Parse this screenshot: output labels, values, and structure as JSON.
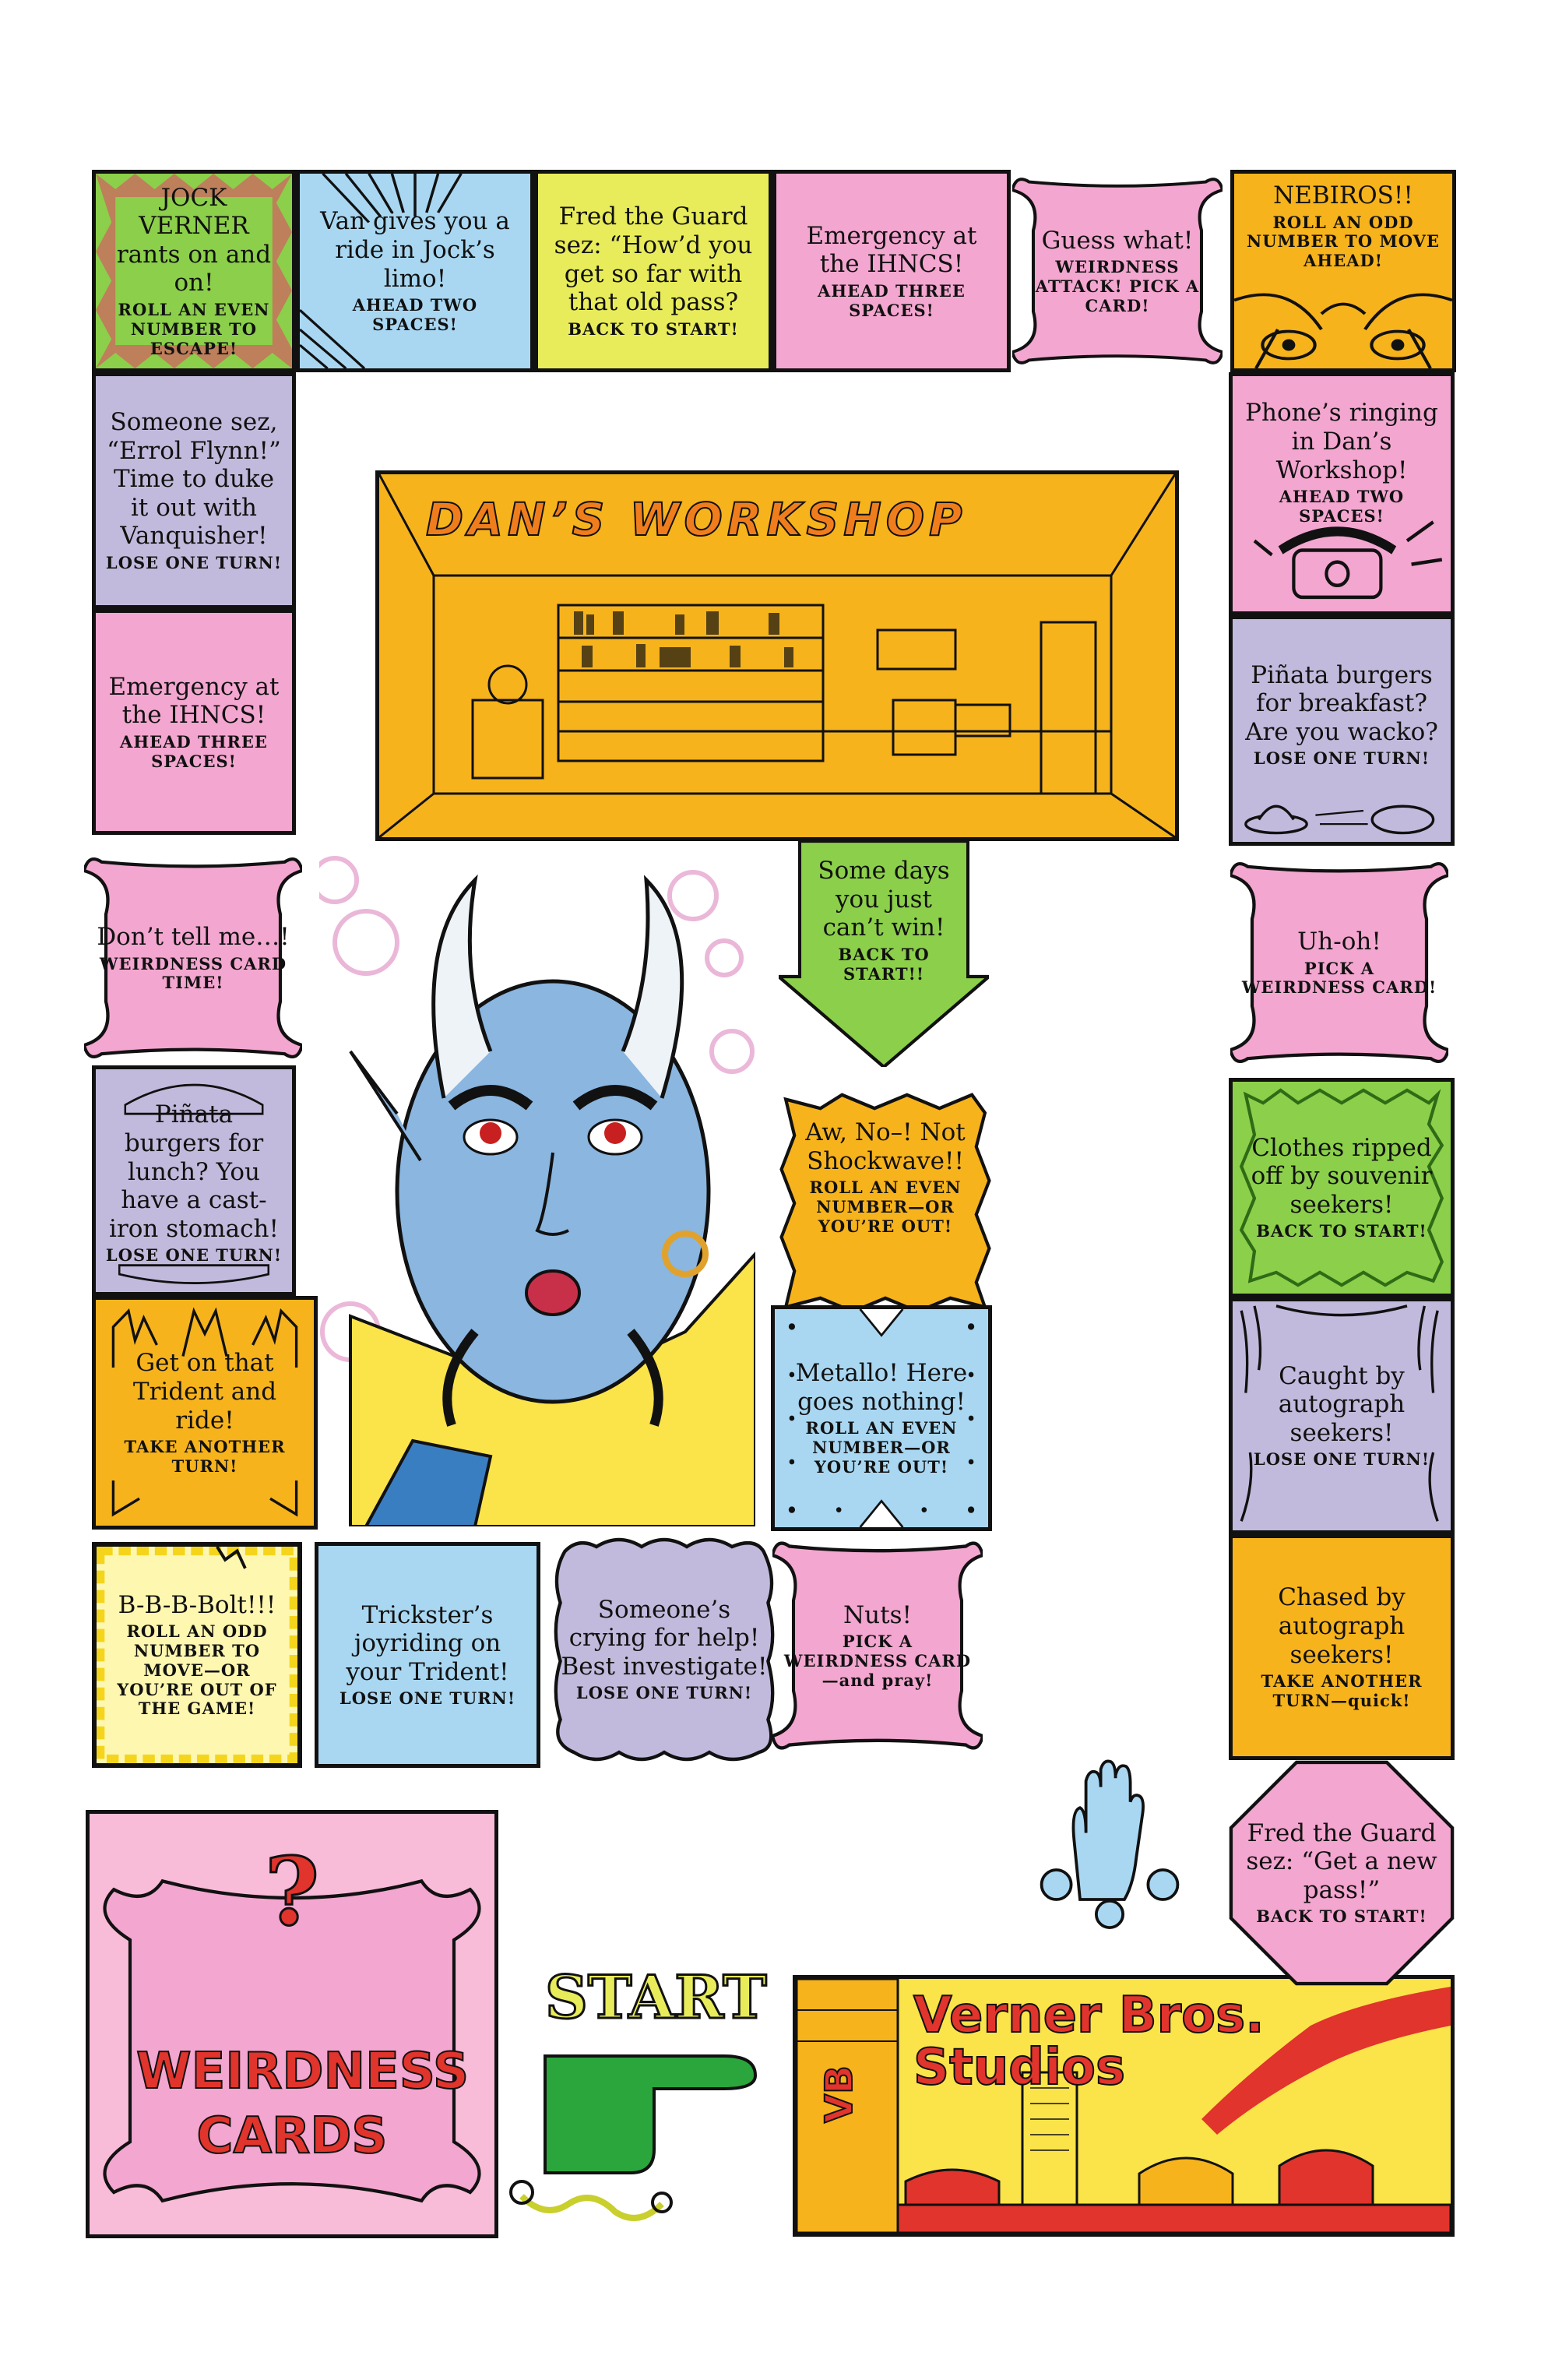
{
  "board": {
    "squares": [
      {
        "main": "JOCK VERNER rants on and on!",
        "sub": "ROLL AN EVEN NUMBER TO ESCAPE!"
      },
      {
        "main": "Van gives you a ride in Jock’s limo!",
        "sub": "AHEAD TWO SPACES!"
      },
      {
        "main": "Fred the Guard sez: “How’d you get so far with that old pass?",
        "sub": "BACK TO START!"
      },
      {
        "main": "Emergency at the IHNCS!",
        "sub": "AHEAD THREE SPACES!"
      },
      {
        "main": "Guess what!",
        "sub": "WEIRDNESS ATTACK! PICK A CARD!"
      },
      {
        "main": "NEBIROS!!",
        "sub": "ROLL AN ODD NUMBER TO MOVE AHEAD!"
      },
      {
        "main": "Someone sez, “Errol Flynn!” Time to duke it out with Vanquisher!",
        "sub": "LOSE ONE TURN!"
      },
      {
        "main": "Phone’s ringing in Dan’s Workshop!",
        "sub": "AHEAD TWO SPACES!"
      },
      {
        "main": "Emergency at the IHNCS!",
        "sub": "AHEAD THREE SPACES!"
      },
      {
        "main": "Piñata burgers for breakfast? Are you wacko?",
        "sub": "LOSE ONE TURN!"
      },
      {
        "main": "Don’t tell me…!",
        "sub": "WEIRDNESS CARD TIME!"
      },
      {
        "main": "Uh-oh!",
        "sub": "PICK A WEIRDNESS CARD!"
      },
      {
        "main": "Some days you just can’t win!",
        "sub": "BACK TO START!!"
      },
      {
        "main": "Aw, No–! Not Shockwave!!",
        "sub": "ROLL AN EVEN NUMBER—OR YOU’RE OUT!"
      },
      {
        "main": "Piñata burgers for lunch? You have a cast-iron stomach!",
        "sub": "LOSE ONE TURN!"
      },
      {
        "main": "Clothes ripped off by souvenir seekers!",
        "sub": "BACK TO START!"
      },
      {
        "main": "Metallo! Here goes nothing!",
        "sub": "ROLL AN EVEN NUMBER—OR YOU’RE OUT!"
      },
      {
        "main": "Get on that Trident and ride!",
        "sub": "TAKE ANOTHER TURN!"
      },
      {
        "main": "Caught by autograph seekers!",
        "sub": "LOSE ONE TURN!"
      },
      {
        "main": "B-B-B-Bolt!!!",
        "sub": "ROLL AN ODD NUMBER TO MOVE—OR YOU’RE OUT OF THE GAME!"
      },
      {
        "main": "Trickster’s joyriding on your Trident!",
        "sub": "LOSE ONE TURN!"
      },
      {
        "main": "Someone’s crying for help! Best investigate!",
        "sub": "LOSE ONE TURN!"
      },
      {
        "main": "Nuts!",
        "sub": "PICK A WEIRDNESS CARD—and pray!"
      },
      {
        "main": "Chased by autograph seekers!",
        "sub": "TAKE ANOTHER TURN—quick!"
      },
      {
        "main": "Fred the Guard sez: “Get a new pass!”",
        "sub": "BACK TO START!"
      }
    ],
    "workshop_title": "DAN’S WORKSHOP",
    "weirdness_cards": "WEIRDNESS CARDS",
    "question_mark": "?",
    "start_label": "START",
    "studio_name_1": "Verner Bros.",
    "studio_name_2": "Studios",
    "studio_logo": "VB"
  },
  "colors": {
    "green": "#8ccf4a",
    "blue": "#a9d7f2",
    "lime": "#e8ec5a",
    "pink": "#f3a6cf",
    "orange": "#f7b31c",
    "lavender": "#c2badc",
    "yellow": "#fbe34a",
    "red": "#e0342c"
  }
}
